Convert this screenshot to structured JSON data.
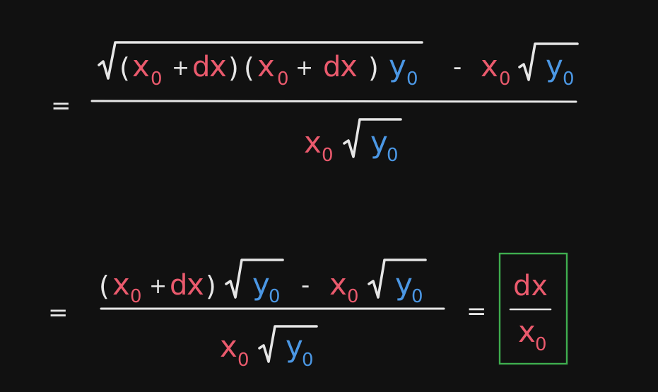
{
  "colors": {
    "background": "#111111",
    "chalk": "#e6e6e6",
    "x_red": "#ea5a6d",
    "y_blue": "#4b97e4",
    "box_green": "#3fae4f"
  },
  "symbols": {
    "equals": "=",
    "plus": "+",
    "minus": "-",
    "open_paren": "(",
    "close_paren": ")",
    "x": "x",
    "y": "y",
    "zero": "0",
    "d": "d"
  },
  "result": {
    "numerator": "dx",
    "denominator_x": "x",
    "denominator_sub": "0"
  }
}
